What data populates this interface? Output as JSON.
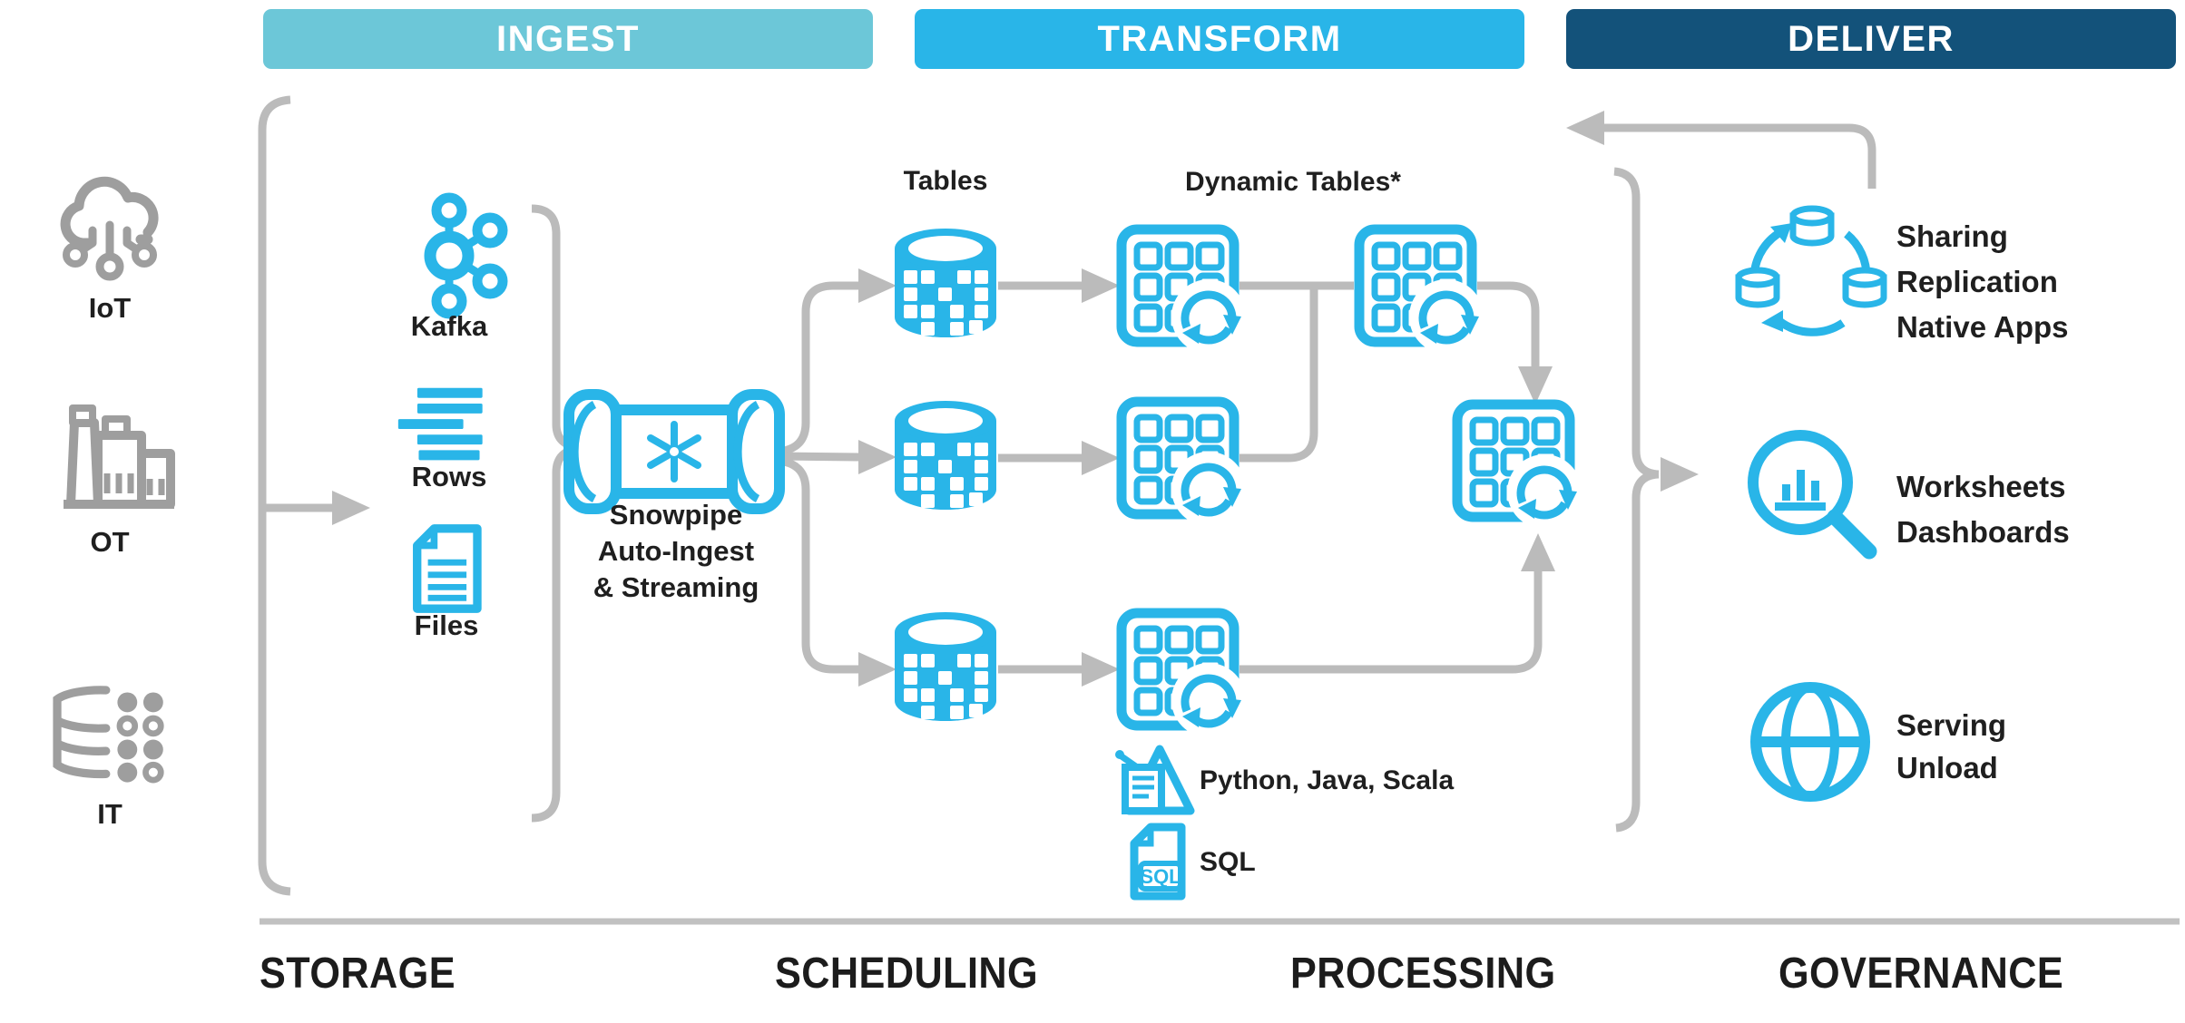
{
  "banners": {
    "ingest": "INGEST",
    "transform": "TRANSFORM",
    "deliver": "DELIVER"
  },
  "sources": {
    "iot": "IoT",
    "ot": "OT",
    "it": "IT"
  },
  "ingest": {
    "kafka": "Kafka",
    "rows": "Rows",
    "files": "Files",
    "snowpipe": {
      "line1": "Snowpipe",
      "line2": "Auto-Ingest",
      "line3": "& Streaming"
    }
  },
  "transform": {
    "tables": "Tables",
    "dynamic_tables": "Dynamic Tables*",
    "languages": "Python, Java, Scala",
    "sql": "SQL",
    "sql_badge": "SQL"
  },
  "deliver": {
    "sharing": {
      "line1": "Sharing",
      "line2": "Replication",
      "line3": "Native Apps"
    },
    "worksheets": {
      "line1": "Worksheets",
      "line2": "Dashboards"
    },
    "serving": {
      "line1": "Serving",
      "line2": "Unload"
    }
  },
  "footer": {
    "storage": "STORAGE",
    "scheduling": "SCHEDULING",
    "processing": "PROCESSING",
    "governance": "GOVERNANCE"
  },
  "colors": {
    "accent_blue": "#29b5e8",
    "ingest_banner": "#6cc7d8",
    "transform_banner": "#29b5e8",
    "deliver_banner": "#13527a",
    "connector_gray": "#bbbbbb",
    "icon_gray": "#9e9e9e",
    "text_dark": "#1f1f1f"
  }
}
